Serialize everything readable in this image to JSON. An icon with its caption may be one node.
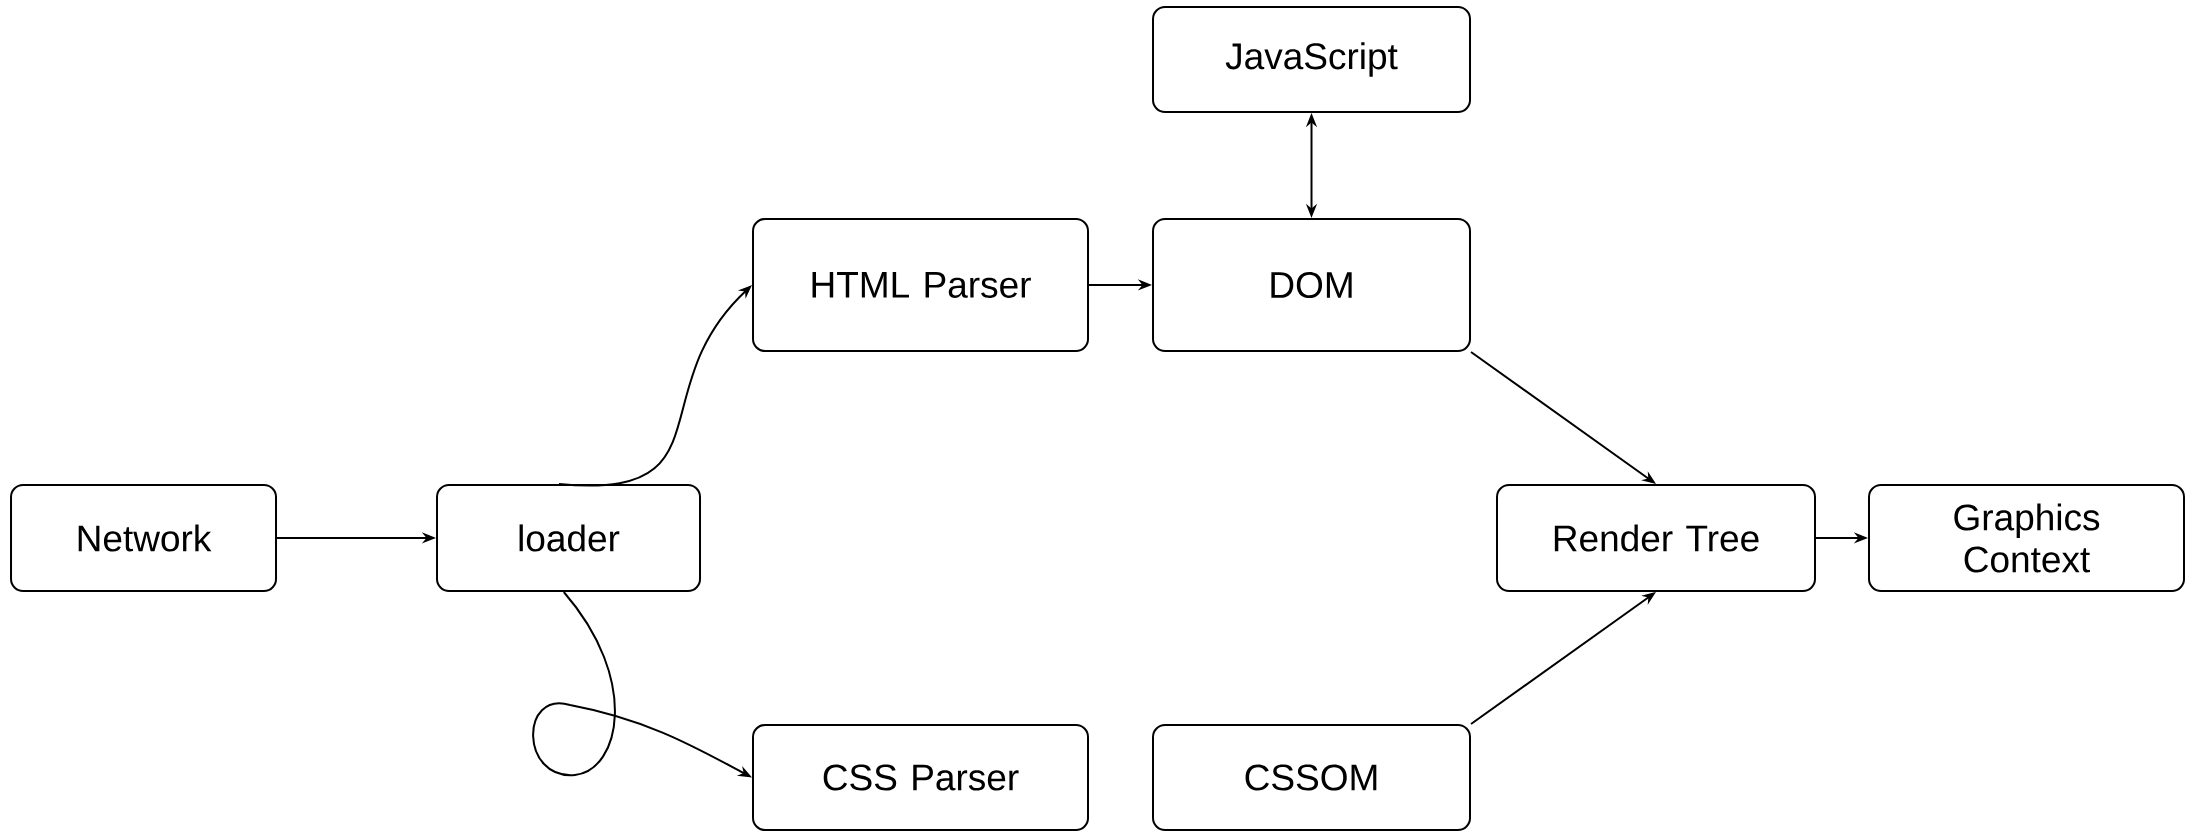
{
  "diagram": {
    "nodes": [
      {
        "text": [
          "Network"
        ]
      },
      {
        "text": [
          "loader"
        ]
      },
      {
        "text": [
          "HTML Parser"
        ]
      },
      {
        "text": [
          "DOM"
        ]
      },
      {
        "text": [
          "JavaScript"
        ]
      },
      {
        "text": [
          "Render Tree"
        ]
      },
      {
        "text": [
          "Graphics Context"
        ]
      },
      {
        "text": [
          "CSS Parser"
        ]
      },
      {
        "text": [
          "CSSOM"
        ]
      }
    ],
    "edges": [
      {
        "from": 0,
        "to": 1,
        "arrow": "to"
      },
      {
        "from": 1,
        "to": 2,
        "arrow": "to"
      },
      {
        "from": 1,
        "to": 7,
        "arrow": "to"
      },
      {
        "from": 2,
        "to": 3,
        "arrow": "to"
      },
      {
        "from": 4,
        "to": 3,
        "arrow": "both"
      },
      {
        "from": 3,
        "to": 5,
        "arrow": "to"
      },
      {
        "from": 8,
        "to": 5,
        "arrow": "to"
      },
      {
        "from": 5,
        "to": 6,
        "arrow": "to"
      }
    ]
  }
}
